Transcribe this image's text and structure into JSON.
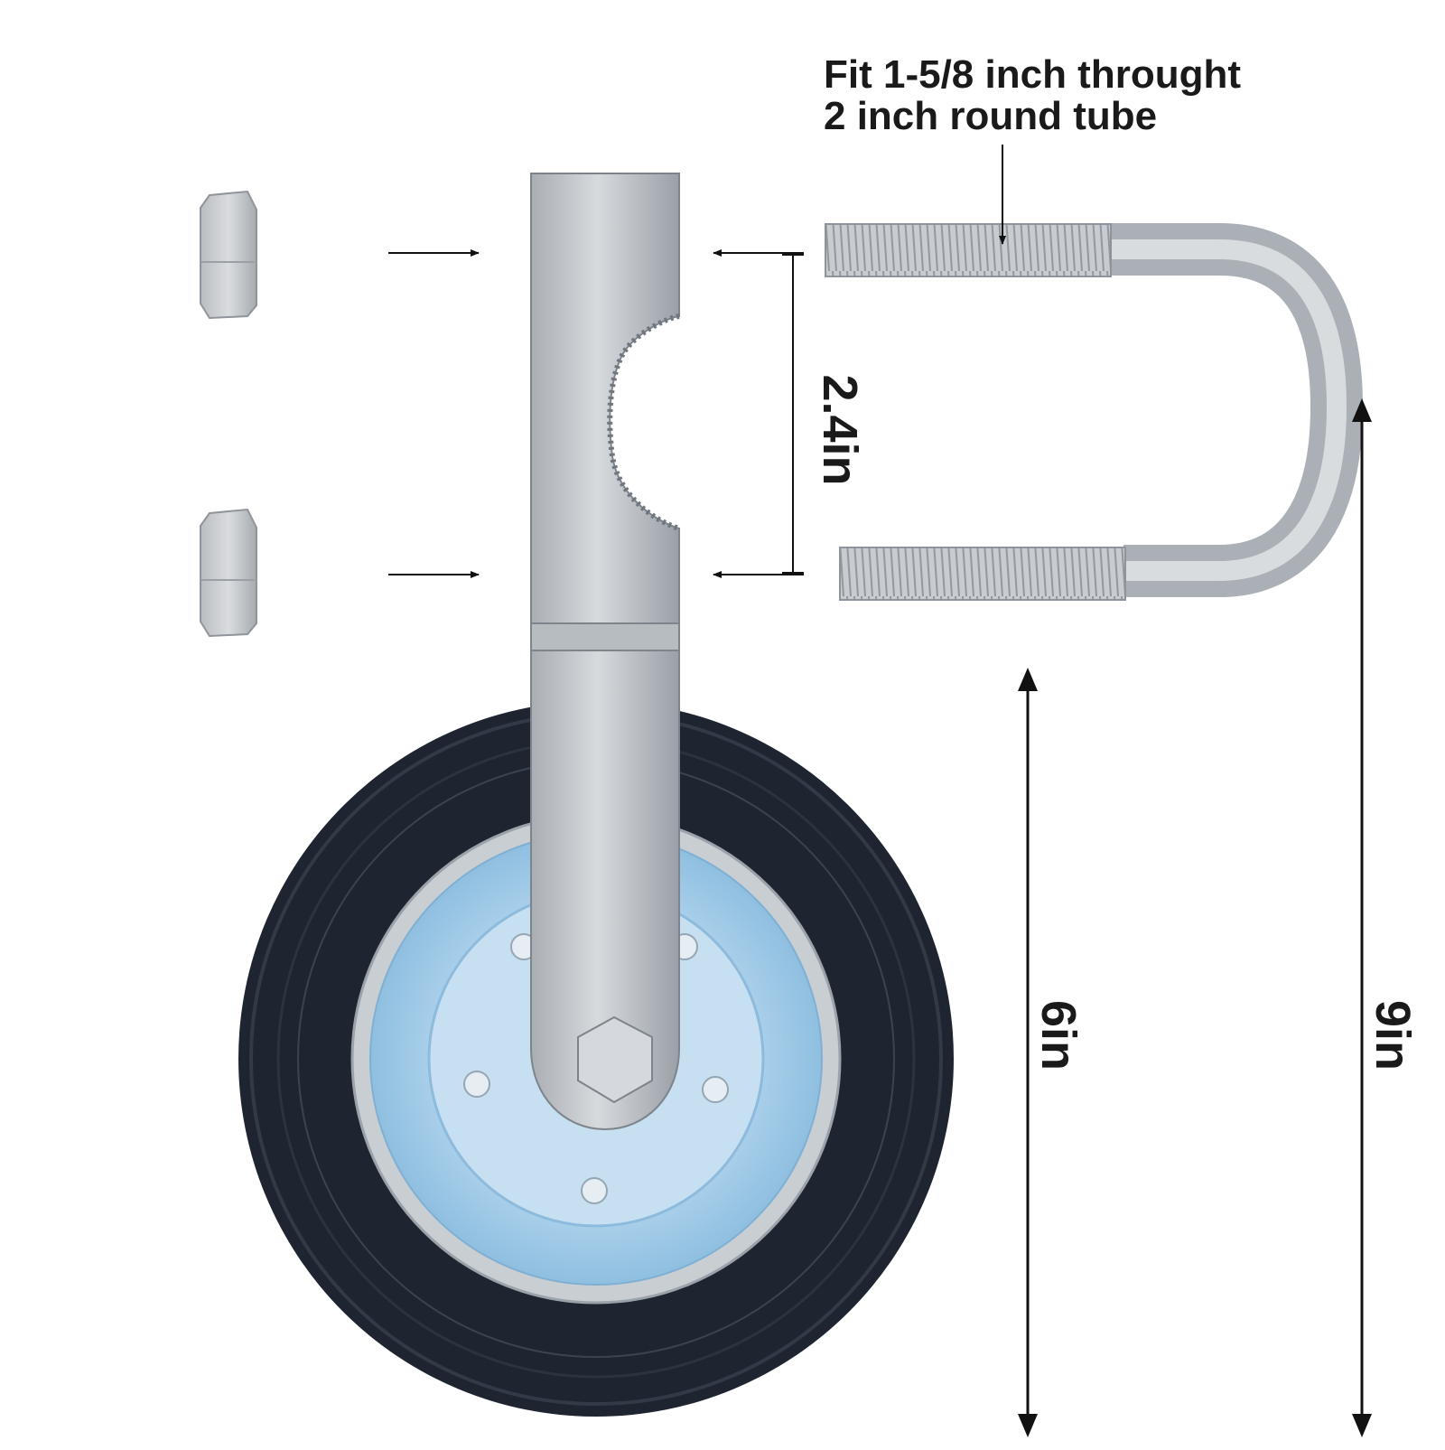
{
  "annotation": {
    "line1": "Fit 1-5/8 inch throught",
    "line2": "2 inch round tube"
  },
  "dimensions": {
    "clamp_spacing": "2.4in",
    "wheel_diameter": "6in",
    "overall_height": "9in"
  },
  "colors": {
    "steel": "#c3c7cc",
    "steel_dark": "#8d939a",
    "tire": "#1e2530",
    "rim": "#9cc8e6",
    "arrow": "#111111"
  }
}
